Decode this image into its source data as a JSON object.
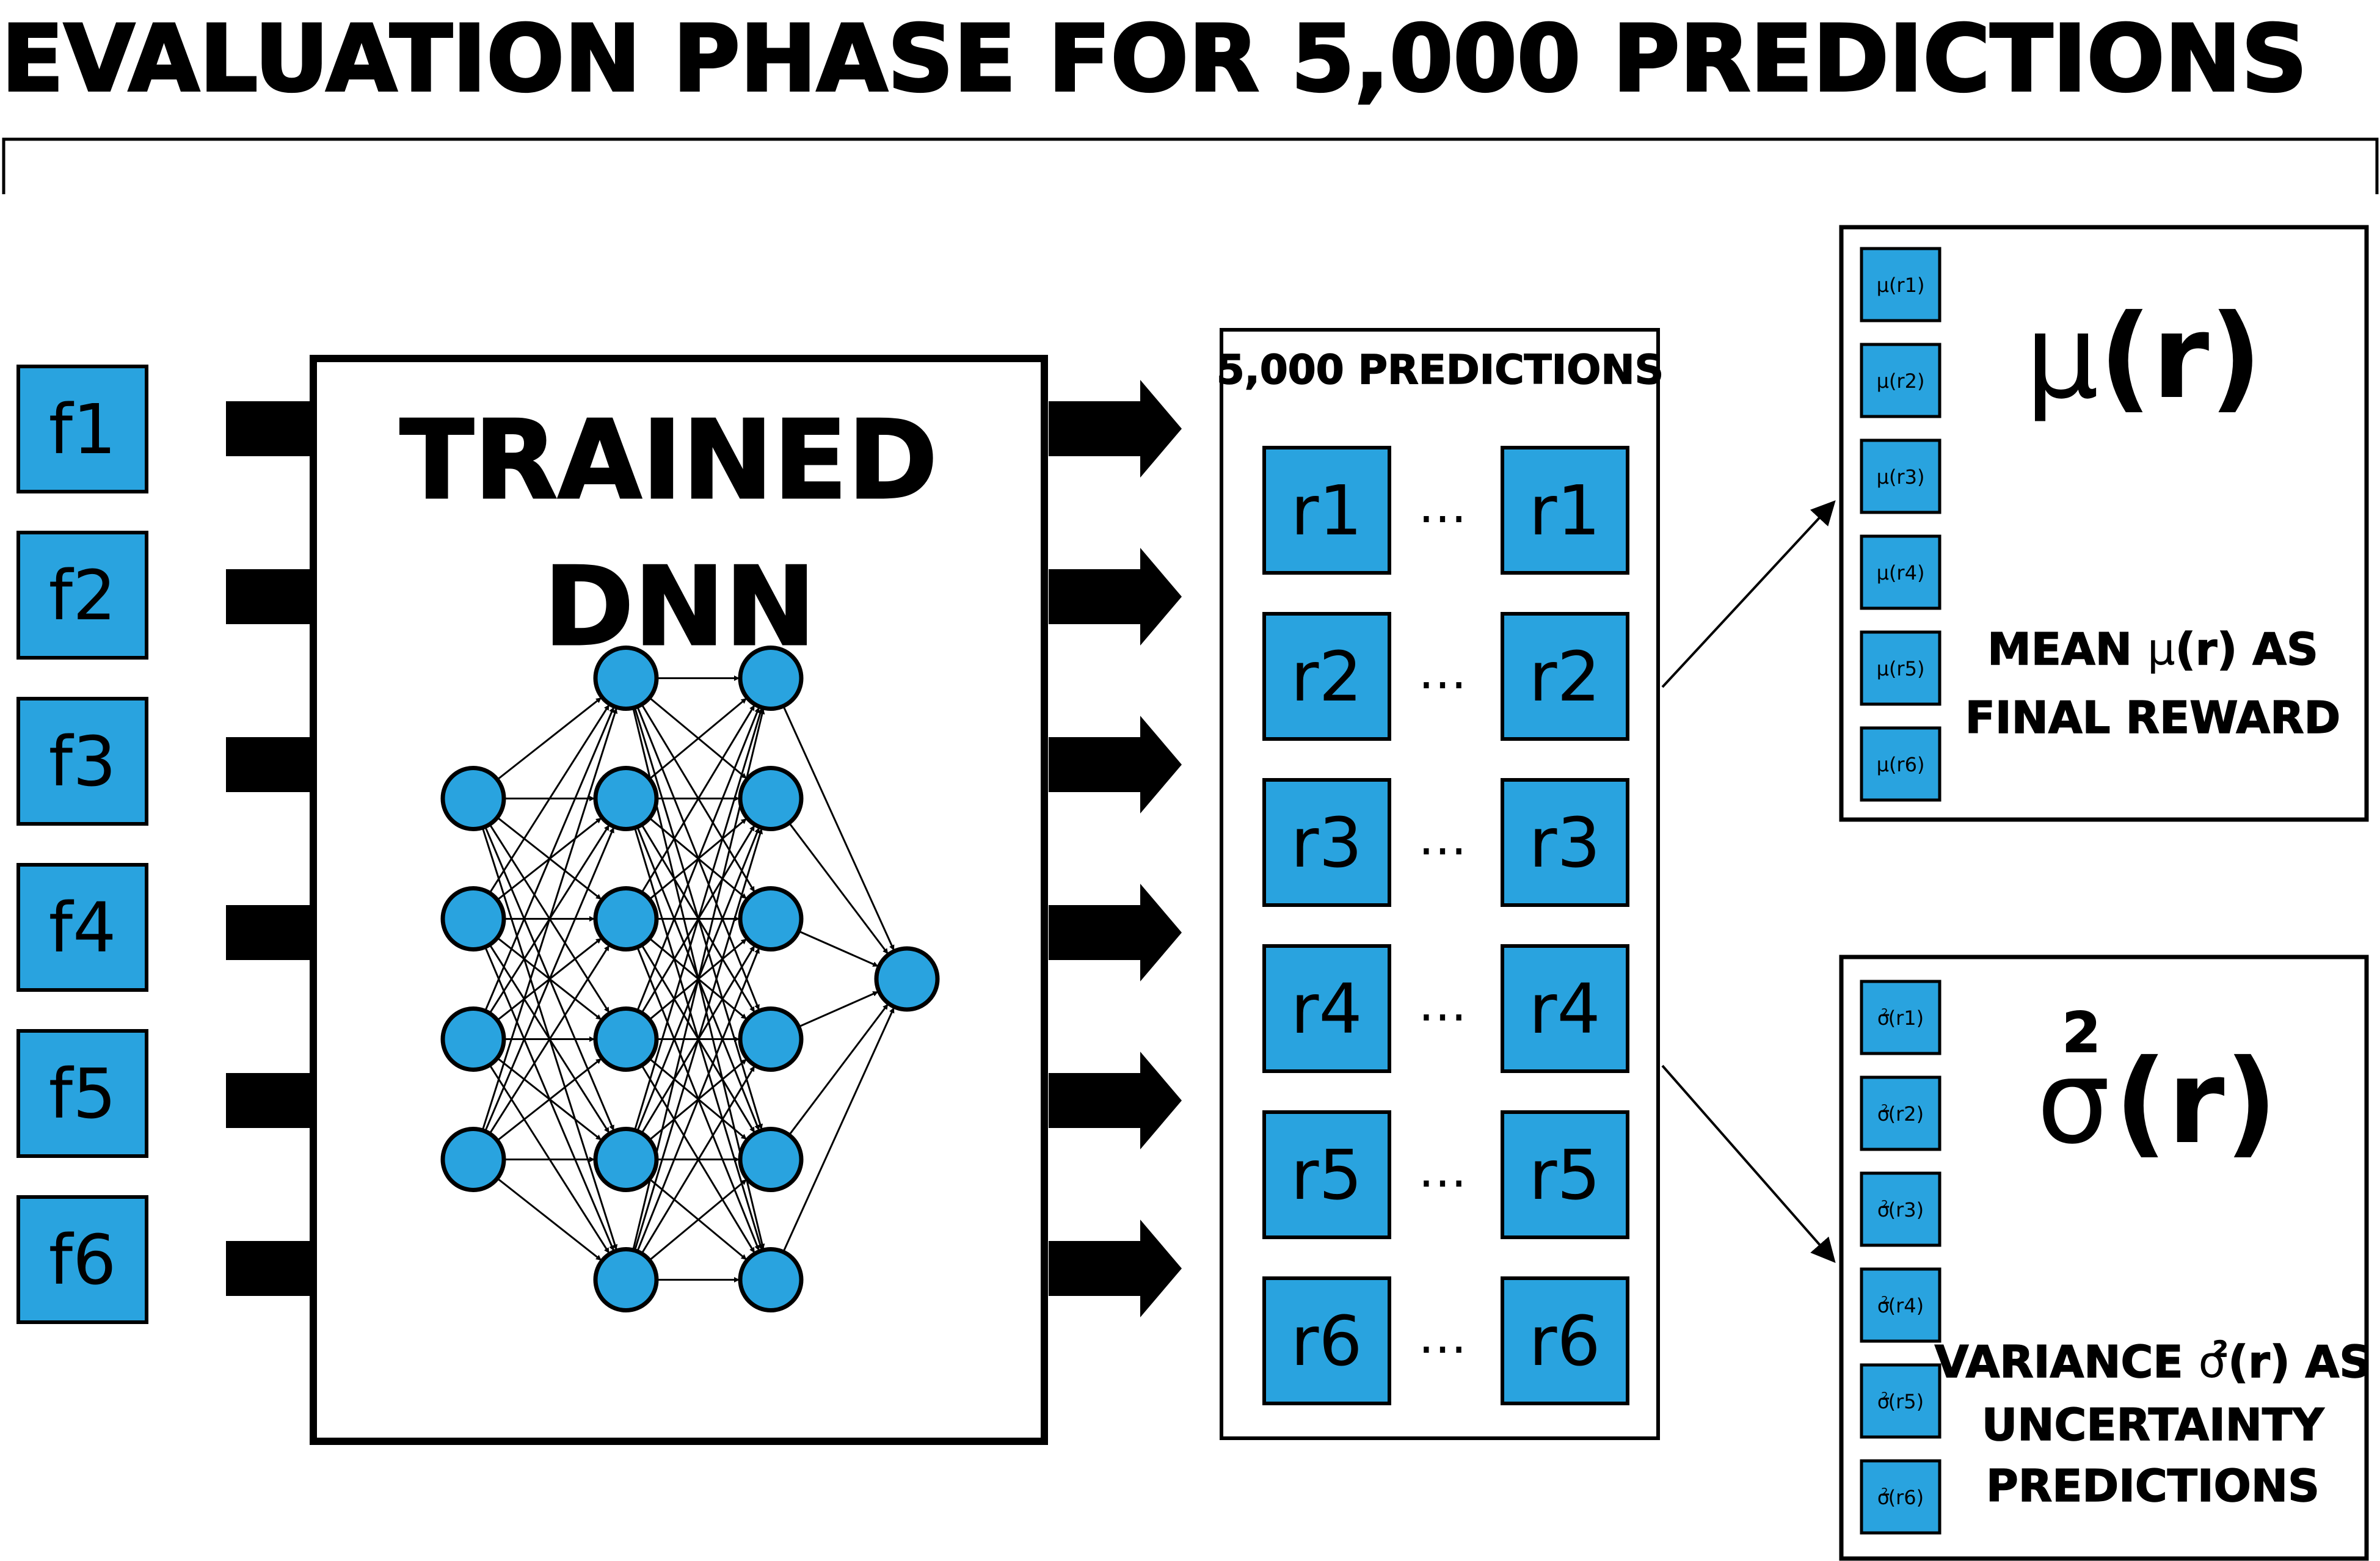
{
  "title": "EVALUATION PHASE FOR 5,000 PREDICTIONS",
  "colors": {
    "box_fill": "#29a3df",
    "stroke": "#000000",
    "background": "#ffffff"
  },
  "inputs": [
    "f1",
    "f2",
    "f3",
    "f4",
    "f5",
    "f6"
  ],
  "dnn": {
    "label_line1": "TRAINED",
    "label_line2": "DNN",
    "layers": [
      4,
      6,
      6,
      1
    ]
  },
  "predictions": {
    "header": "5,000 PREDICTIONS",
    "rows": [
      "r1",
      "r2",
      "r3",
      "r4",
      "r5",
      "r6"
    ],
    "ellipsis": "…"
  },
  "mean_panel": {
    "symbol_prefix": "μ",
    "symbol_r": "(r)",
    "items": [
      "μ(r1)",
      "μ(r2)",
      "μ(r3)",
      "μ(r4)",
      "μ(r5)",
      "μ(r6)"
    ],
    "caption_line1_a": "MEAN ",
    "caption_line1_sym": "μ",
    "caption_line1_b": "(r) AS",
    "caption_line2": "FINAL REWARD"
  },
  "variance_panel": {
    "symbol_sigma": "σ",
    "symbol_sup": "2",
    "symbol_r": "(r)",
    "items": [
      "r1",
      "r2",
      "r3",
      "r4",
      "r5",
      "r6"
    ],
    "caption_line1_a": "VARIANCE ",
    "caption_line1_b": "(r) AS",
    "caption_line2": "UNCERTAINTY",
    "caption_line3": "PREDICTIONS"
  }
}
